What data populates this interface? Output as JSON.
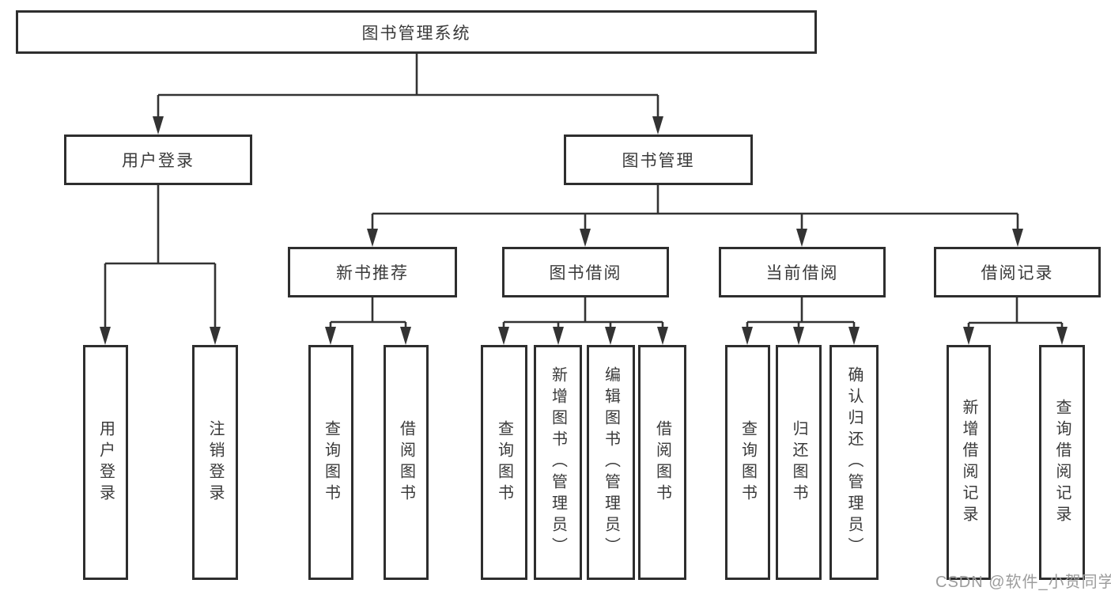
{
  "diagram": {
    "nodes": {
      "root": "图书管理系统",
      "level2": [
        "用户登录",
        "图书管理"
      ],
      "level3": [
        "新书推荐",
        "图书借阅",
        "当前借阅",
        "借阅记录"
      ],
      "leaves_user_login": [
        "用户登录",
        "注销登录"
      ],
      "leaves_new_book": [
        "查询图书",
        "借阅图书"
      ],
      "leaves_book_borrow": [
        "查询图书",
        "新增图书（管理员）",
        "编辑图书（管理员）",
        "借阅图书"
      ],
      "leaves_current_borrow": [
        "查询图书",
        "归还图书",
        "确认归还（管理员）"
      ],
      "leaves_borrow_record": [
        "新增借阅记录",
        "查询借阅记录"
      ]
    },
    "watermark": "CSDN @软件_小贺同学",
    "colors": {
      "line": "#333333",
      "box_border": "#2e2e2e",
      "box_fill": "#ffffff",
      "text": "#3a3a3a",
      "watermark": "#9c9c9c"
    }
  }
}
